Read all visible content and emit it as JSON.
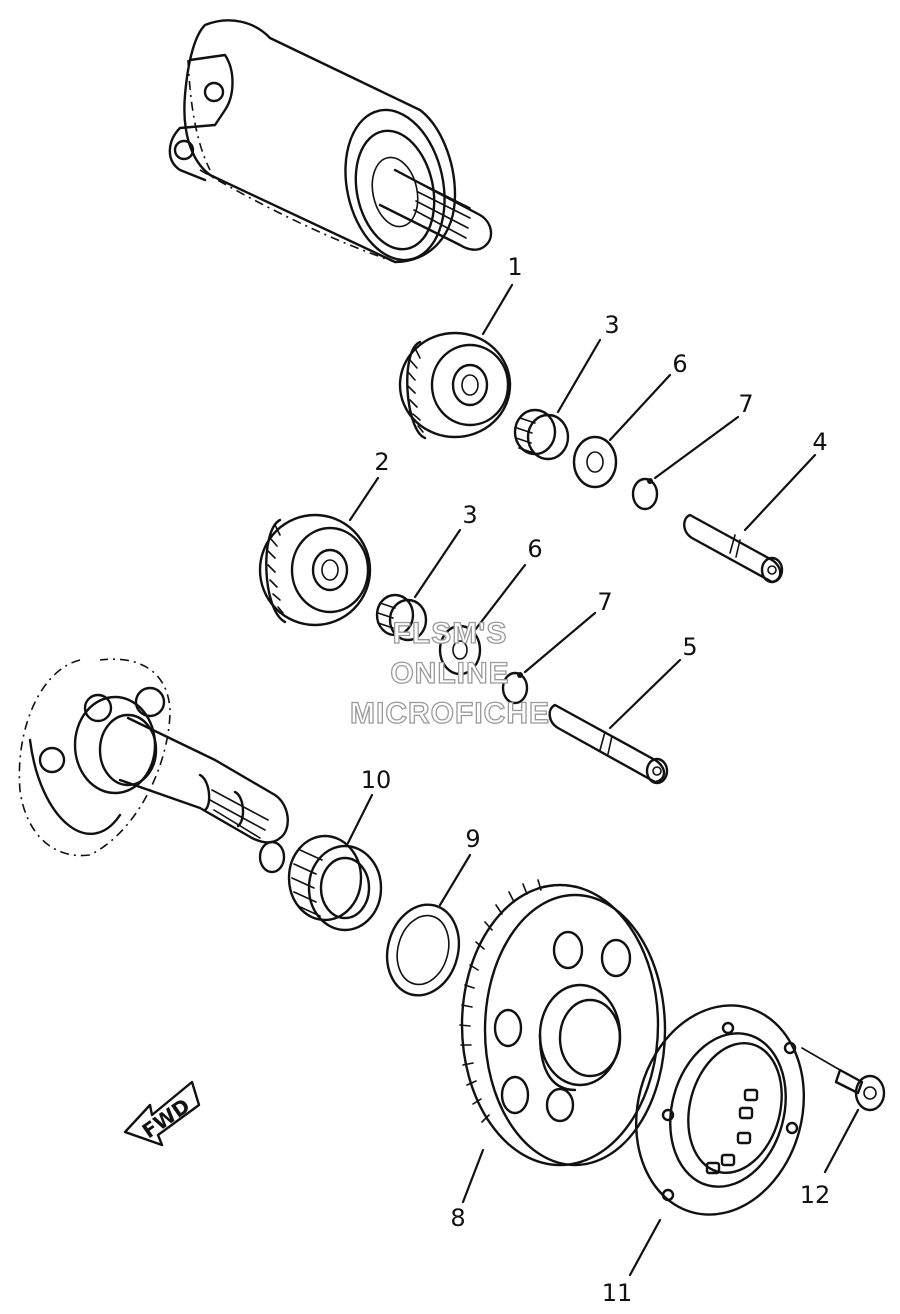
{
  "callouts": {
    "c1": "1",
    "c2": "2",
    "c3a": "3",
    "c3b": "3",
    "c4": "4",
    "c5": "5",
    "c6a": "6",
    "c6b": "6",
    "c7a": "7",
    "c7b": "7",
    "c8": "8",
    "c9": "9",
    "c10": "10",
    "c11": "11",
    "c12": "12"
  },
  "fwd_label": "FWD",
  "watermark": {
    "line1": "FLSM'S",
    "line2": "ONLINE",
    "line3": "MICROFICHE"
  }
}
